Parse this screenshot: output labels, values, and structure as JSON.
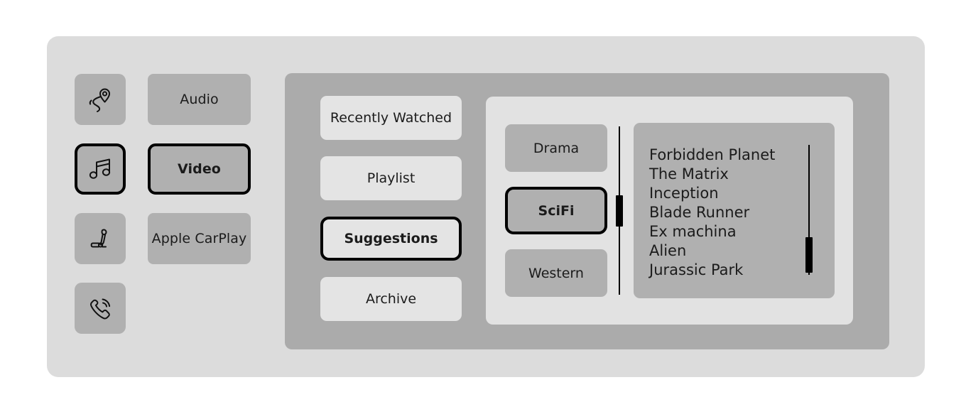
{
  "theme": {
    "page_background": "#ffffff",
    "shell_background": "#dcdcdc",
    "main_panel_background": "#ababab",
    "inner_panel_background": "#e2e2e2",
    "tile_background": "#b0b0b0",
    "menu_item_background": "#e4e4e4",
    "selection_border": "#000000",
    "text_color": "#1b1b1b"
  },
  "sidebar": {
    "rows": [
      {
        "icon": "navigation-route-pin-icon",
        "label": "Audio",
        "icon_selected": false,
        "label_selected": false
      },
      {
        "icon": "music-note-icon",
        "label": "Video",
        "icon_selected": true,
        "label_selected": true
      },
      {
        "icon": "car-seat-icon",
        "label": "Apple CarPlay",
        "icon_selected": false,
        "label_selected": false
      },
      {
        "icon": "phone-call-icon",
        "label": "",
        "icon_selected": false,
        "label_selected": false
      }
    ]
  },
  "menu": {
    "items": [
      {
        "label": "Recently Watched",
        "selected": false
      },
      {
        "label": "Playlist",
        "selected": false
      },
      {
        "label": "Suggestions",
        "selected": true
      },
      {
        "label": "Archive",
        "selected": false
      }
    ]
  },
  "genres": {
    "items": [
      {
        "label": "Drama",
        "selected": false
      },
      {
        "label": "SciFi",
        "selected": true
      },
      {
        "label": "Western",
        "selected": false
      }
    ],
    "scrollbar": {
      "name": "genre-scrollbar",
      "thumb_position": "middle"
    }
  },
  "movie_list": {
    "items": [
      "Forbidden Planet",
      "The Matrix",
      "Inception",
      "Blade Runner",
      "Ex machina",
      "Alien",
      "Jurassic Park"
    ],
    "scrollbar": {
      "name": "movie-list-scrollbar",
      "thumb_position": "bottom"
    }
  }
}
